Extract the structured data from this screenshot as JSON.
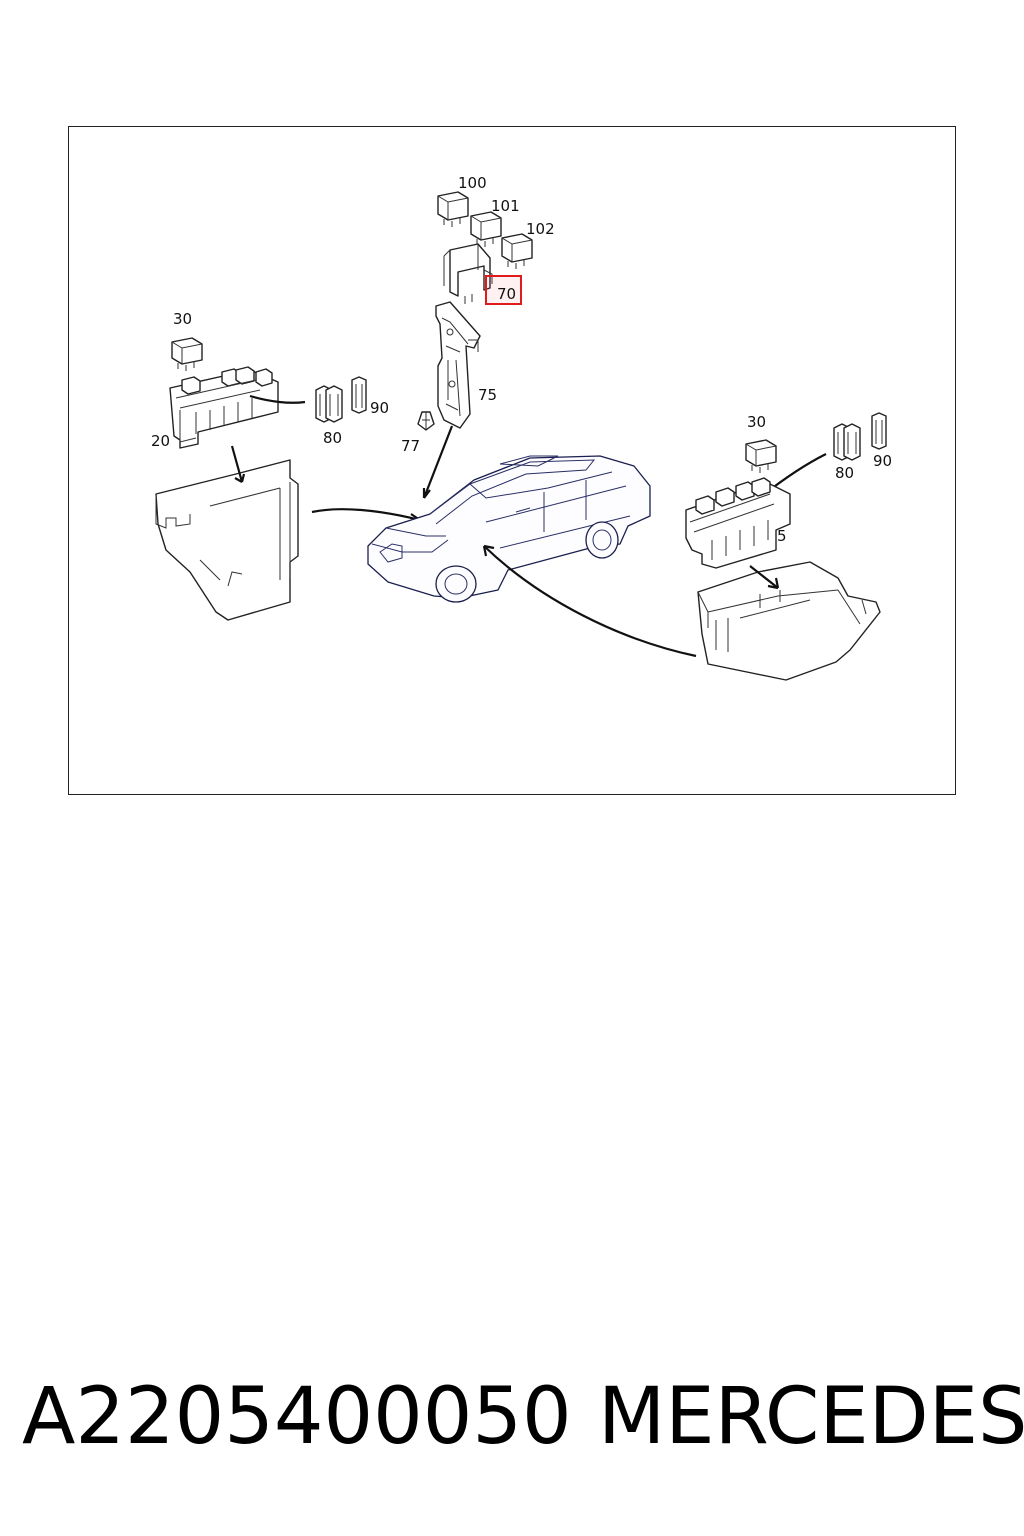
{
  "diagram": {
    "callouts": {
      "c100": "100",
      "c101": "101",
      "c102": "102",
      "c70": "70",
      "c75": "75",
      "c77": "77",
      "c30_left": "30",
      "c20": "20",
      "c80_left": "80",
      "c90_left": "90",
      "c30_right": "30",
      "c80_right": "80",
      "c90_right": "90",
      "c5": "5"
    },
    "highlighted_callout": "70",
    "colors": {
      "highlight": "#e01b1b",
      "car_outline": "#1a1f4d",
      "line": "#222222"
    }
  },
  "footer": {
    "part_number": "A2205400050",
    "brand": "MERCEDES"
  }
}
